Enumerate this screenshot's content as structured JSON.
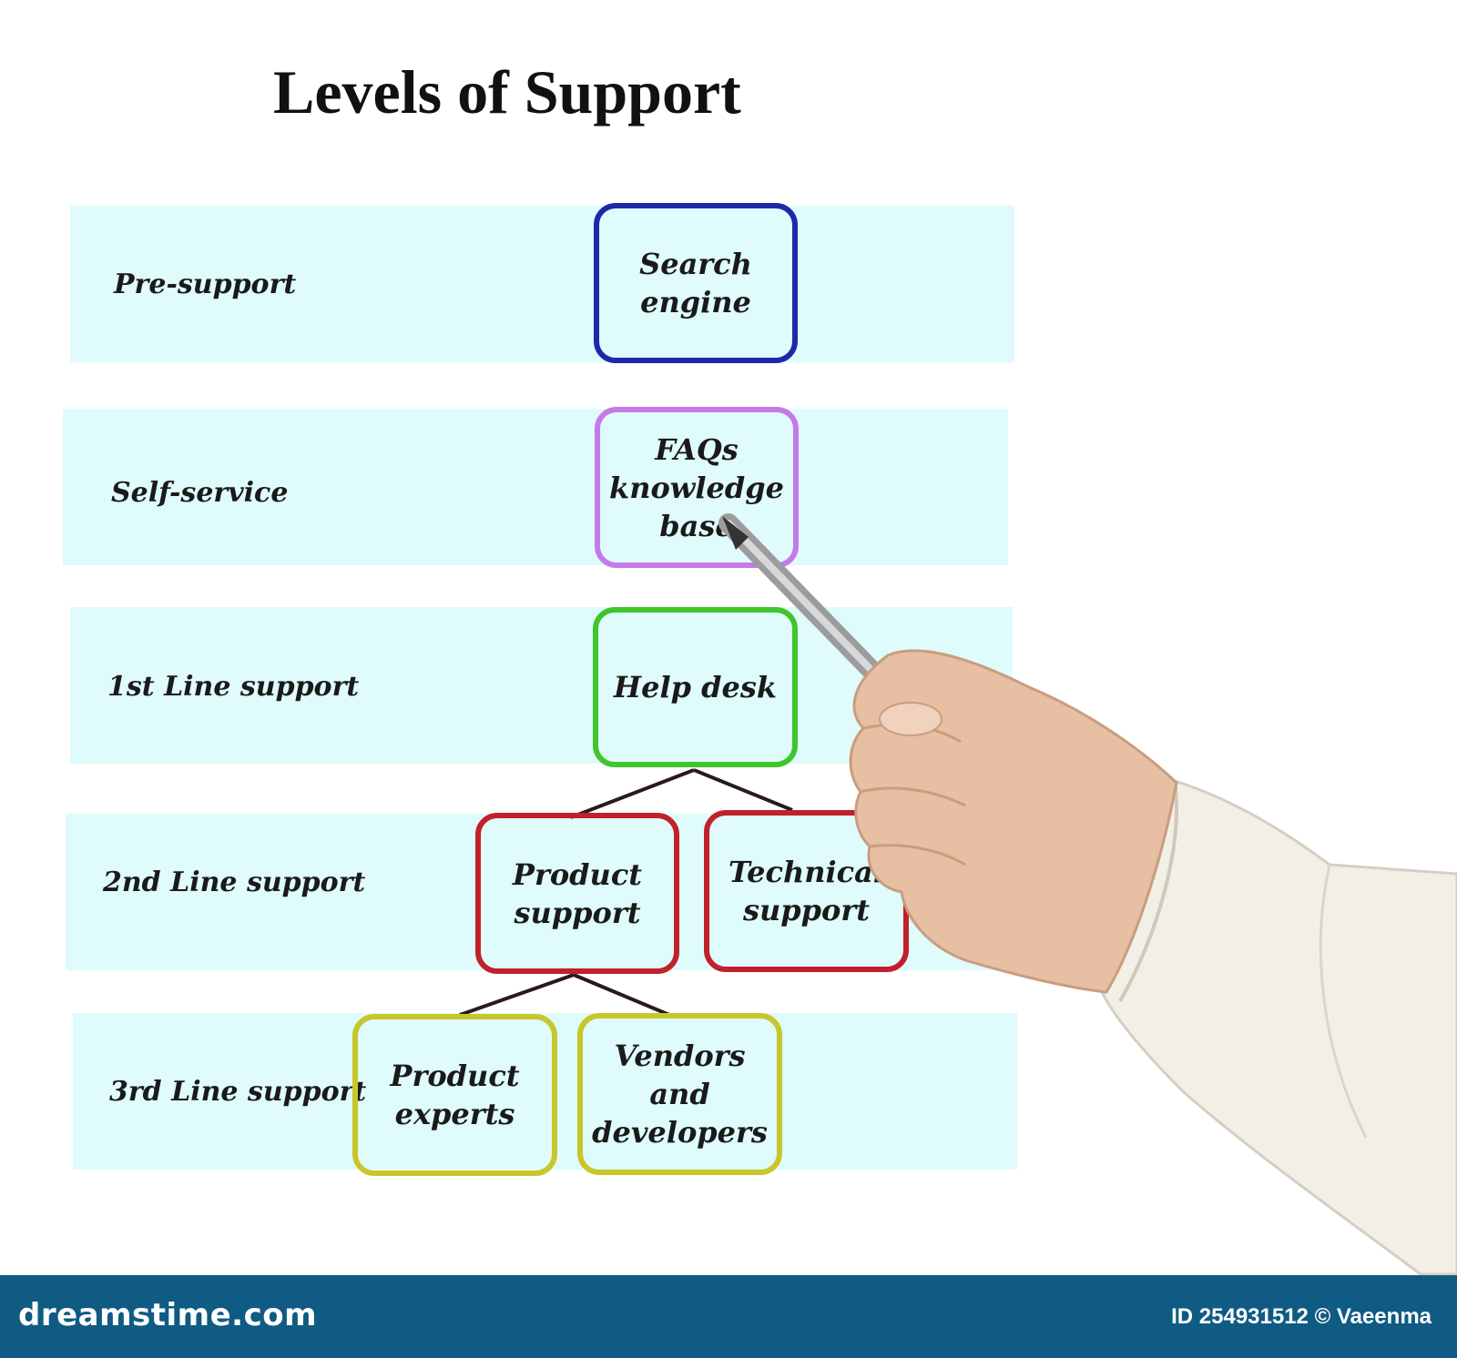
{
  "title": "Levels of Support",
  "levels": [
    {
      "label": "Pre-support"
    },
    {
      "label": "Self-service"
    },
    {
      "label": "1st Line support"
    },
    {
      "label": "2nd Line support"
    },
    {
      "label": "3rd Line support"
    }
  ],
  "nodes": {
    "search_engine": {
      "text": "Search\nengine",
      "color": "#1c2aa8"
    },
    "faqs": {
      "text": "FAQs\nknowledge\nbase",
      "color": "#c57ae8"
    },
    "help_desk": {
      "text": "Help desk",
      "color": "#3ec62a"
    },
    "product_support": {
      "text": "Product\nsupport",
      "color": "#c0212b"
    },
    "technical_support": {
      "text": "Technical\nsupport",
      "color": "#c0212b"
    },
    "product_experts": {
      "text": "Product\nexperts",
      "color": "#c8c62a"
    },
    "vendors": {
      "text": "Vendors and\ndevelopers",
      "color": "#c8c62a"
    }
  },
  "band_color": "#dffbfb",
  "footer": {
    "brand": "dreamstime.com",
    "credit": "ID 254931512 © Vaeenma",
    "color": "#0f5b84"
  }
}
